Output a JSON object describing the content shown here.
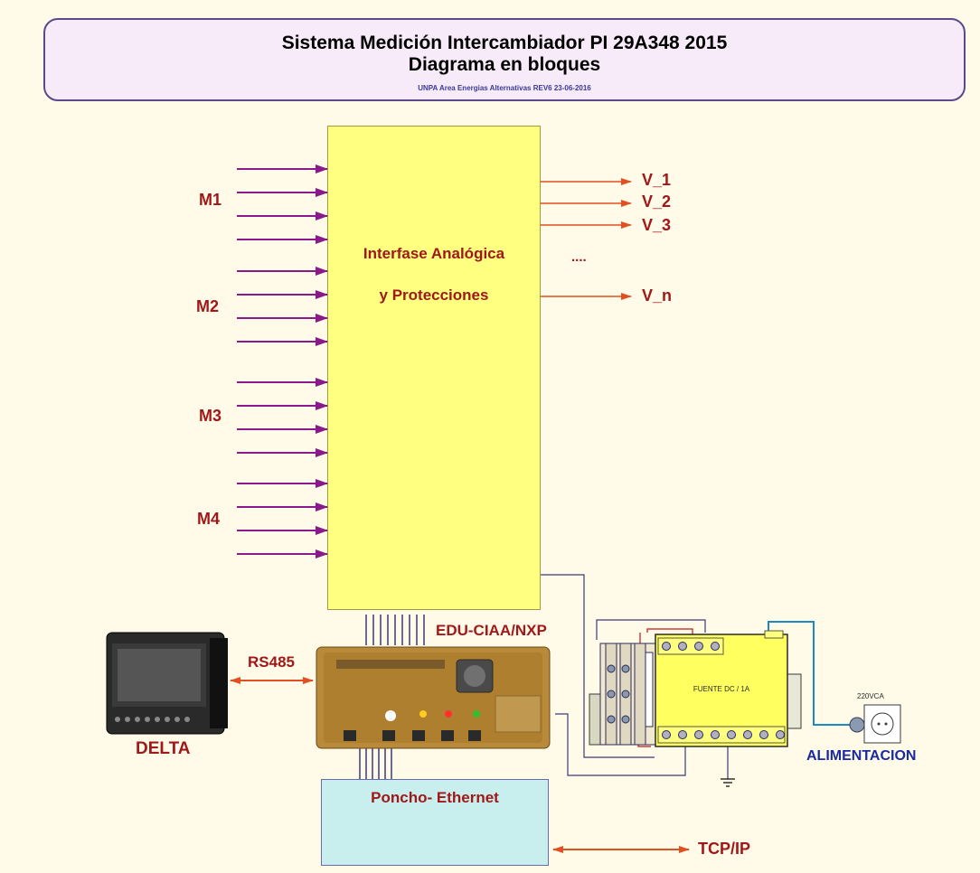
{
  "header": {
    "title": "Sistema Medición Intercambiador PI 29A348 2015",
    "subtitle": "Diagrama en bloques",
    "credit": "UNPA Area Energias Alternativas  REV6  23-06-2016"
  },
  "interface_block": {
    "line1": "Interfase Analógica",
    "line2": "y Protecciones"
  },
  "inputs": [
    "M1",
    "M2",
    "M3",
    "M4"
  ],
  "outputs": [
    "V_1",
    "V_2",
    "V_3",
    "V_n"
  ],
  "outputs_ellipsis": "....",
  "board_label": "EDU-CIAA/NXP",
  "rs485_label": "RS485",
  "hmi_label": "DELTA",
  "poncho_label": "Poncho- Ethernet",
  "tcpip_label": "TCP/IP",
  "power": {
    "supply_label": "FUENTE DC / 1A",
    "mains_label": "220VCA",
    "caption": "ALIMENTACION"
  },
  "colors": {
    "input_arrows": "#8a1a8a",
    "output_arrows": "#e05020",
    "block_fill": "#ffff80",
    "label_red": "#a01818",
    "label_blue": "#1a2aa0"
  }
}
